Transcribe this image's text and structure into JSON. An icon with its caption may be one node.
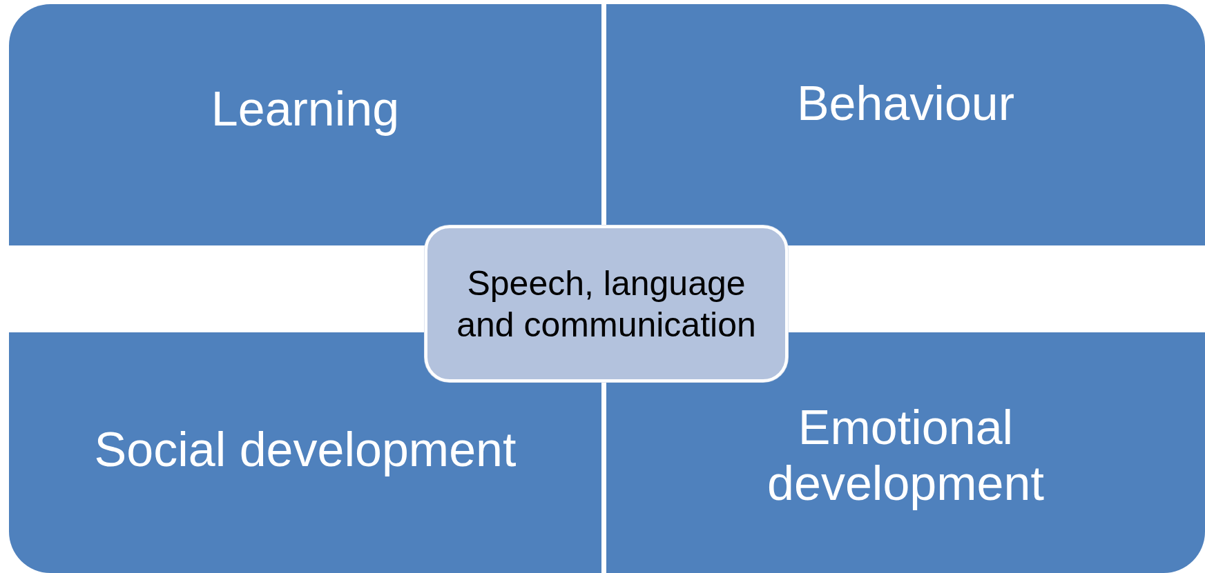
{
  "diagram": {
    "nodes": [
      {
        "text": [
          "Learning"
        ]
      },
      {
        "text": [
          "Behaviour"
        ]
      },
      {
        "text": [
          "Speech, language and communication"
        ]
      },
      {
        "text": [
          "Social development"
        ]
      },
      {
        "text": [
          "Emotional development"
        ]
      }
    ]
  }
}
